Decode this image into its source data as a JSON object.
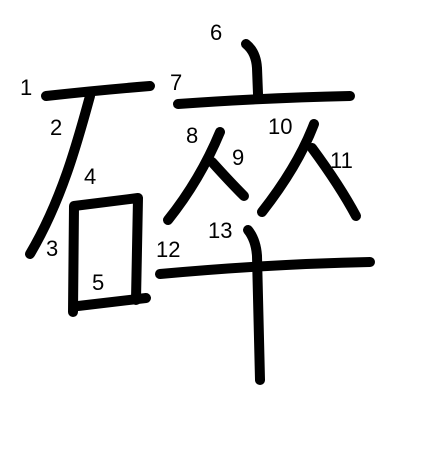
{
  "character": "碎",
  "colors": {
    "background": "#ffffff",
    "stroke": "#000000",
    "label": "#000000"
  },
  "stroke_labels": [
    "1",
    "2",
    "3",
    "4",
    "5",
    "6",
    "7",
    "8",
    "9",
    "10",
    "11",
    "12",
    "13"
  ]
}
